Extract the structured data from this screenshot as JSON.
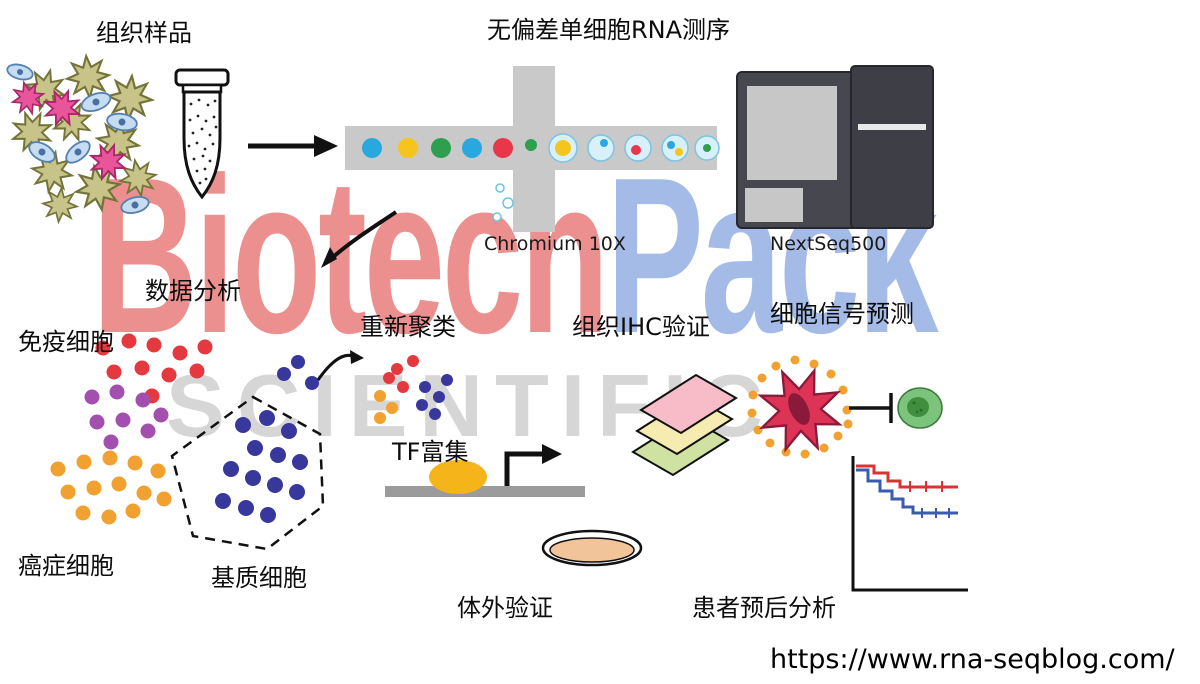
{
  "labels": {
    "tissue_sample": "组织样品",
    "sequencing_title": "无偏差单细胞RNA测序",
    "chromium": "Chromium 10X",
    "nextseq": "NextSeq500",
    "data_analysis": "数据分析",
    "immune_cells": "免疫细胞",
    "cancer_cells": "癌症细胞",
    "stromal_cells": "基质细胞",
    "reclustering": "重新聚类",
    "tf_enrichment": "TF富集",
    "in_vitro_validation": "体外验证",
    "ihc_validation": "组织IHC验证",
    "signaling_prediction": "细胞信号预测",
    "prognosis_analysis": "患者预后分析"
  },
  "watermark": {
    "brand_red": "Biotech",
    "brand_blue": "Pack",
    "subtitle": "SCIENTIFIC",
    "red": "#e04545",
    "blue": "#6a8ed8",
    "gray": "#cfcfcf"
  },
  "footer": {
    "url": "https://www.rna-seqblog.com/"
  },
  "colors": {
    "channel_gray": "#c9c9c9",
    "machine_dark": "#47474f",
    "droplet_blue": "#d8f0fa",
    "immune_red": "#e53940",
    "immune_purple": "#a24fae",
    "cancer_orange": "#f0a12f",
    "stromal_navy": "#38389c",
    "tf_yellow": "#f4b41a",
    "slide_pink": "#f7bcc8",
    "slide_yellow": "#f6ecb2",
    "slide_green": "#cfe2a2",
    "km_red": "#d93434",
    "km_blue": "#3a5cb0"
  }
}
